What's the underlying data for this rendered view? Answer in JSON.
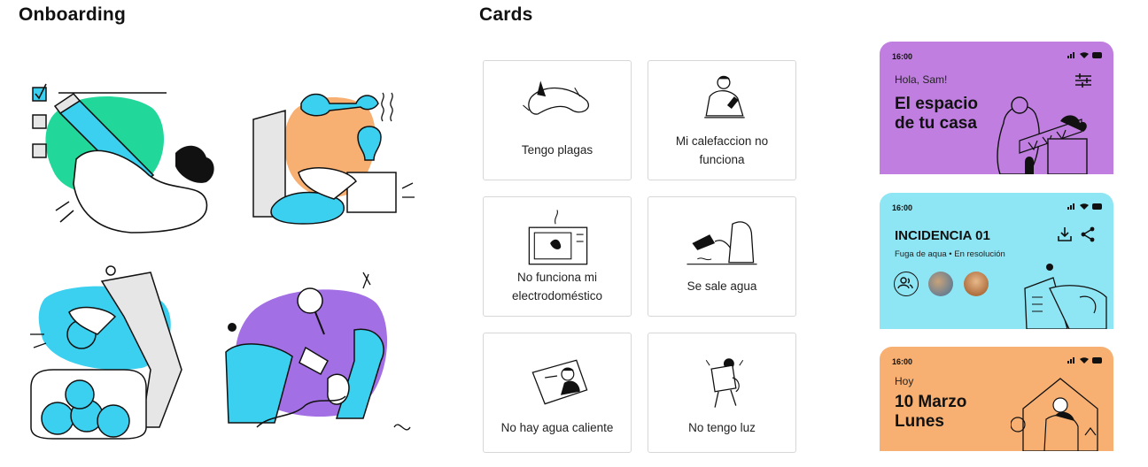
{
  "sections": {
    "onboarding": "Onboarding",
    "cards": "Cards"
  },
  "cards": [
    {
      "label_lines": [
        "Tengo plagas"
      ]
    },
    {
      "label_lines": [
        "Mi calefaccion no",
        "funciona"
      ]
    },
    {
      "label_lines": [
        "No funciona mi",
        "electrodoméstico"
      ]
    },
    {
      "label_lines": [
        "Se sale agua"
      ]
    },
    {
      "label_lines": [
        "No hay agua caliente"
      ]
    },
    {
      "label_lines": [
        "No tengo luz"
      ]
    }
  ],
  "phones": {
    "home": {
      "time": "16:00",
      "greeting": "Hola, Sam!",
      "title_line1": "El espacio",
      "title_line2": "de tu casa",
      "bg": "#c07fe0",
      "icon": "sliders-icon"
    },
    "incident": {
      "time": "16:00",
      "title": "INCIDENCIA 01",
      "type": "Fuga de aqua",
      "status": "En resolución",
      "bg": "#8ee5f3",
      "icons": [
        "download-icon",
        "share-icon",
        "users-icon"
      ]
    },
    "calendar": {
      "time": "16:00",
      "day_label": "Hoy",
      "date_line1": "10 Marzo",
      "date_line2": "Lunes",
      "bg": "#f8b072"
    }
  },
  "colors": {
    "green": "#21d79a",
    "cyan": "#3bd0ef",
    "orange": "#f8b072",
    "purple": "#a36fe4",
    "gray": "#e6e6e6"
  }
}
